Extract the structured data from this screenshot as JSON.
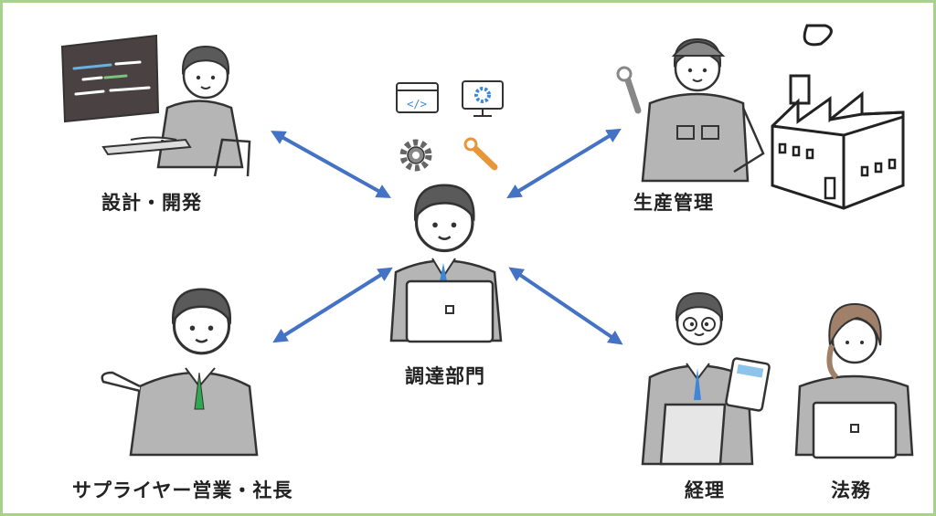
{
  "labels": {
    "dev": "設計・開発",
    "procurement": "調達部門",
    "production": "生産管理",
    "supplier": "サプライヤー営業・社長",
    "accounting": "経理",
    "legal": "法務"
  },
  "colors": {
    "border": "#a9d18e",
    "arrow": "#4472c4",
    "tool_orange": "#e8963a",
    "tool_blue": "#3f86d6"
  },
  "icons": [
    "code-window-icon",
    "monitor-gear-icon",
    "gear-icon",
    "wrench-icon",
    "factory-icon",
    "calculator-icon",
    "laptop-icon"
  ]
}
